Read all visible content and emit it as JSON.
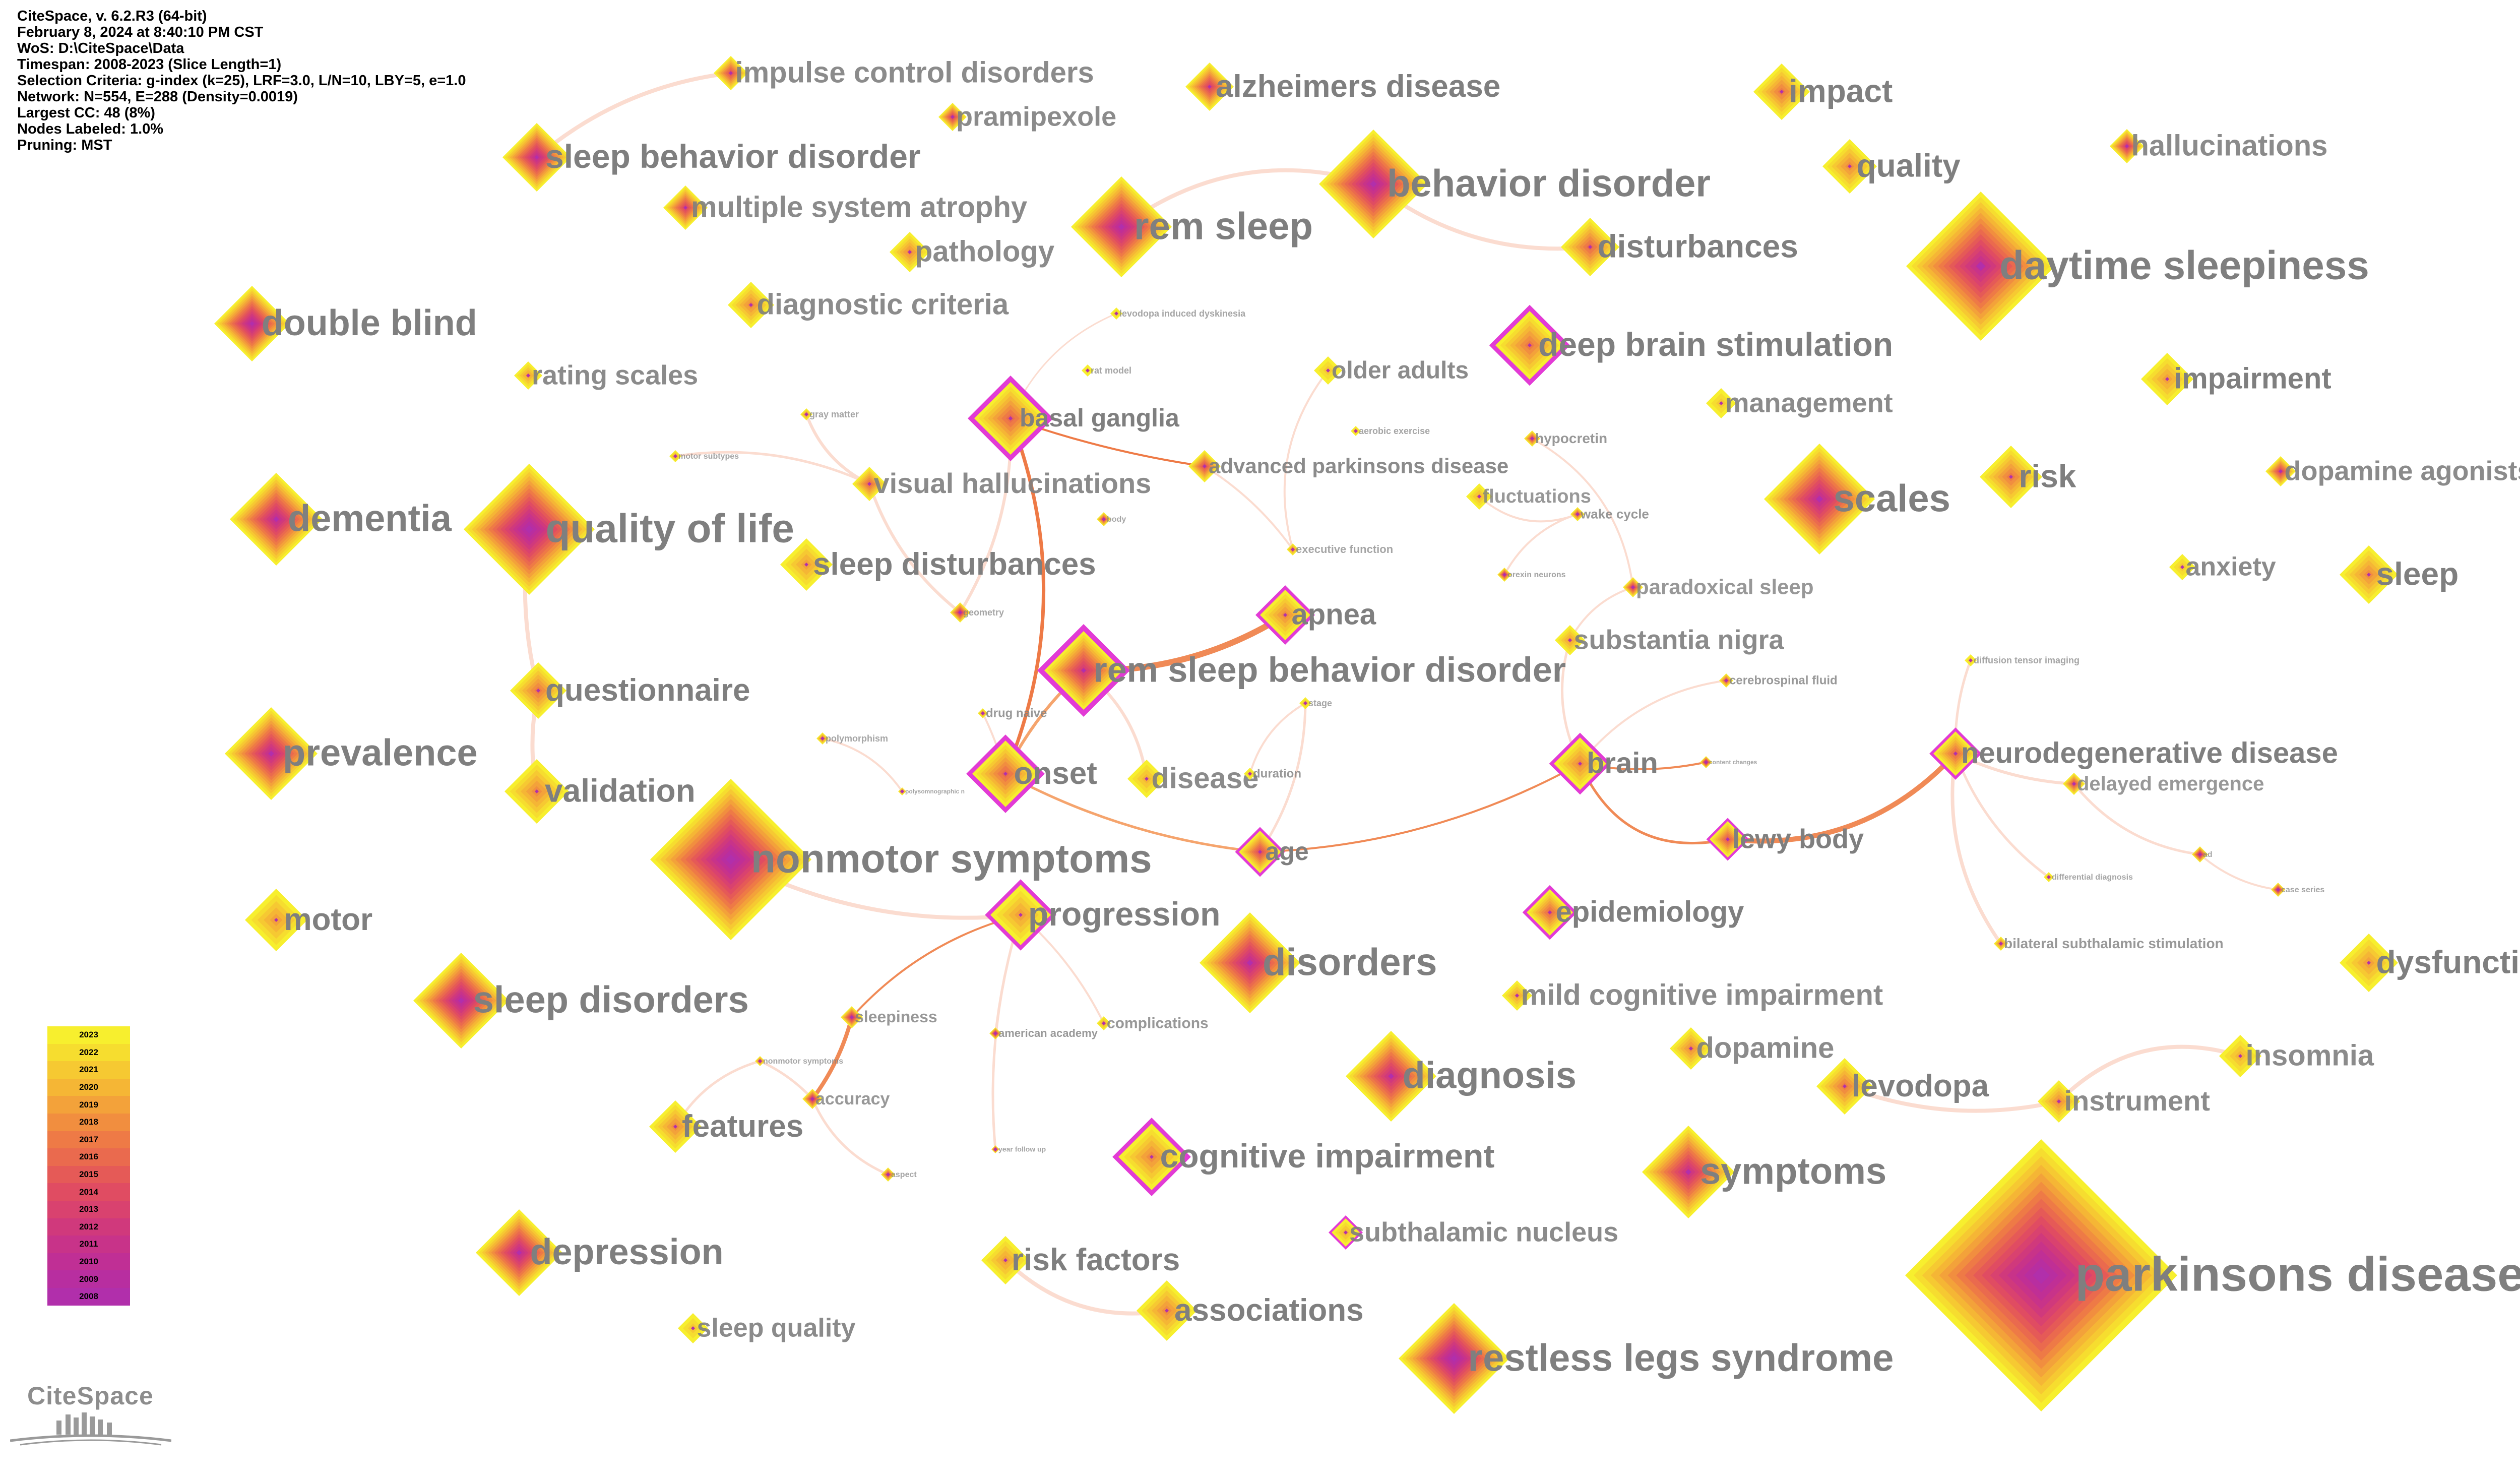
{
  "info": [
    "CiteSpace, v. 6.2.R3 (64-bit)",
    "February 8, 2024 at 8:40:10 PM CST",
    "WoS: D:\\CiteSpace\\Data",
    "Timespan: 2008-2023 (Slice Length=1)",
    "Selection Criteria: g-index (k=25), LRF=3.0, L/N=10, LBY=5, e=1.0",
    "Network: N=554, E=288 (Density=0.0019)",
    "Largest CC: 48 (8%)",
    "Nodes Labeled: 1.0%",
    "Pruning: MST"
  ],
  "logo_text": "CiteSpace",
  "legend": [
    {
      "year": "2023",
      "color": "#f7ef2e"
    },
    {
      "year": "2022",
      "color": "#f6dd2f"
    },
    {
      "year": "2021",
      "color": "#f6c932"
    },
    {
      "year": "2020",
      "color": "#f5b635"
    },
    {
      "year": "2019",
      "color": "#f3a23a"
    },
    {
      "year": "2018",
      "color": "#f18e3f"
    },
    {
      "year": "2017",
      "color": "#ee7a46"
    },
    {
      "year": "2016",
      "color": "#ea6a4e"
    },
    {
      "year": "2015",
      "color": "#e55a57"
    },
    {
      "year": "2014",
      "color": "#e04c62"
    },
    {
      "year": "2013",
      "color": "#d9426f"
    },
    {
      "year": "2012",
      "color": "#d0397c"
    },
    {
      "year": "2011",
      "color": "#c83389"
    },
    {
      "year": "2010",
      "color": "#c02f95"
    },
    {
      "year": "2009",
      "color": "#b82ea0"
    },
    {
      "year": "2008",
      "color": "#b12fab"
    }
  ],
  "nodes": [
    {
      "id": "pd",
      "label": "parkinsons disease",
      "year": 2008
    },
    {
      "id": "nms",
      "label": "nonmotor symptoms",
      "year": 2008
    },
    {
      "id": "ds",
      "label": "daytime sleepiness",
      "year": 2010
    },
    {
      "id": "qol",
      "label": "quality of life",
      "year": 2008
    },
    {
      "id": "rls",
      "label": "restless legs syndrome",
      "year": 2008
    },
    {
      "id": "bd",
      "label": "behavior disorder",
      "year": 2009
    },
    {
      "id": "rem",
      "label": "rem sleep",
      "year": 2009
    },
    {
      "id": "scales",
      "label": "scales",
      "year": 2010
    },
    {
      "id": "rsbd",
      "label": "rem sleep behavior disorder",
      "year": 2012,
      "ring": true
    },
    {
      "id": "disorders",
      "label": "disorders",
      "year": 2010
    },
    {
      "id": "sleepdis",
      "label": "sleep disorders",
      "year": 2009
    },
    {
      "id": "dementia",
      "label": "dementia",
      "year": 2010
    },
    {
      "id": "prev",
      "label": "prevalence",
      "year": 2010
    },
    {
      "id": "symptoms",
      "label": "symptoms",
      "year": 2011
    },
    {
      "id": "diagnosis",
      "label": "diagnosis",
      "year": 2011
    },
    {
      "id": "depression",
      "label": "depression",
      "year": 2010
    },
    {
      "id": "sbd",
      "label": "sleep behavior disorder",
      "year": 2010
    },
    {
      "id": "doubleblind",
      "label": "double blind",
      "year": 2009
    },
    {
      "id": "deepbrain",
      "label": "deep brain stimulation",
      "year": 2017,
      "ring": true
    },
    {
      "id": "cogimp",
      "label": "cognitive impairment",
      "year": 2018,
      "ring": true
    },
    {
      "id": "progression",
      "label": "progression",
      "year": 2019,
      "ring": true
    },
    {
      "id": "onset",
      "label": "onset",
      "year": 2016,
      "ring": true
    },
    {
      "id": "basal",
      "label": "basal ganglia",
      "year": 2016,
      "ring": true
    },
    {
      "id": "apnea",
      "label": "apnea",
      "year": 2018,
      "ring": true
    },
    {
      "id": "brain",
      "label": "brain",
      "year": 2018,
      "ring": true
    },
    {
      "id": "neurodeg",
      "label": "neurodegenerative disease",
      "year": 2016,
      "ring": true
    },
    {
      "id": "epi",
      "label": "epidemiology",
      "year": 2016,
      "ring": true
    },
    {
      "id": "age",
      "label": "age",
      "year": 2014,
      "ring": true
    },
    {
      "id": "lewy",
      "label": "lewy body",
      "year": 2015,
      "ring": true
    },
    {
      "id": "impulse",
      "label": "impulse control disorders",
      "year": 2014
    },
    {
      "id": "pramipexole",
      "label": "pramipexole",
      "year": 2013
    },
    {
      "id": "msa",
      "label": "multiple system atrophy",
      "year": 2013
    },
    {
      "id": "alz",
      "label": "alzheimers disease",
      "year": 2013
    },
    {
      "id": "impact",
      "label": "impact",
      "year": 2017
    },
    {
      "id": "quality",
      "label": "quality",
      "year": 2018
    },
    {
      "id": "halluc",
      "label": "hallucinations",
      "year": 2012
    },
    {
      "id": "pathology",
      "label": "pathology",
      "year": 2018
    },
    {
      "id": "disturb",
      "label": "disturbances",
      "year": 2016
    },
    {
      "id": "diagcrit",
      "label": "diagnostic criteria",
      "year": 2018
    },
    {
      "id": "rating",
      "label": "rating scales",
      "year": 2019
    },
    {
      "id": "older",
      "label": "older adults",
      "year": 2021
    },
    {
      "id": "impair",
      "label": "impairment",
      "year": 2019
    },
    {
      "id": "mgmt",
      "label": "management",
      "year": 2021
    },
    {
      "id": "risk",
      "label": "risk",
      "year": 2017
    },
    {
      "id": "dopago",
      "label": "dopamine agonists",
      "year": 2013
    },
    {
      "id": "visual",
      "label": "visual hallucinations",
      "year": 2016
    },
    {
      "id": "advpd",
      "label": "advanced parkinsons disease",
      "year": 2014
    },
    {
      "id": "sleepdist",
      "label": "sleep disturbances",
      "year": 2019
    },
    {
      "id": "fluct",
      "label": "fluctuations",
      "year": 2020
    },
    {
      "id": "anxiety",
      "label": "anxiety",
      "year": 2021
    },
    {
      "id": "sleep",
      "label": "sleep",
      "year": 2018
    },
    {
      "id": "paradox",
      "label": "paradoxical sleep",
      "year": 2012
    },
    {
      "id": "questionnaire",
      "label": "questionnaire",
      "year": 2017
    },
    {
      "id": "substantia",
      "label": "substantia nigra",
      "year": 2019
    },
    {
      "id": "validation",
      "label": "validation",
      "year": 2018
    },
    {
      "id": "disease",
      "label": "disease",
      "year": 2020
    },
    {
      "id": "motor",
      "label": "motor",
      "year": 2019
    },
    {
      "id": "mci",
      "label": "mild cognitive impairment",
      "year": 2019
    },
    {
      "id": "dysfunction",
      "label": "dysfunction",
      "year": 2019
    },
    {
      "id": "insomnia",
      "label": "insomnia",
      "year": 2020
    },
    {
      "id": "dopamine",
      "label": "dopamine",
      "year": 2018
    },
    {
      "id": "levodopa",
      "label": "levodopa",
      "year": 2017
    },
    {
      "id": "instrument",
      "label": "instrument",
      "year": 2018
    },
    {
      "id": "features",
      "label": "features",
      "year": 2018
    },
    {
      "id": "riskfactors",
      "label": "risk factors",
      "year": 2019
    },
    {
      "id": "assoc",
      "label": "associations",
      "year": 2018
    },
    {
      "id": "stn",
      "label": "subthalamic nucleus",
      "year": 2020,
      "ring": true
    },
    {
      "id": "sleepquality",
      "label": "sleep quality",
      "year": 2021
    },
    {
      "id": "delayed",
      "label": "delayed emergence",
      "year": 2014
    },
    {
      "id": "sleepiness",
      "label": "sleepiness",
      "year": 2011
    },
    {
      "id": "accuracy",
      "label": "accuracy",
      "year": 2011
    },
    {
      "id": "complications",
      "label": "complications",
      "year": 2019
    },
    {
      "id": "americanacad",
      "label": "american academy",
      "year": 2010
    },
    {
      "id": "yearfollow",
      "label": "year follow up",
      "year": 2010
    },
    {
      "id": "nonmotorsym",
      "label": "nonmotor symptoms",
      "year": 2015
    },
    {
      "id": "aspect",
      "label": "aspect",
      "year": 2013
    },
    {
      "id": "levodopainduced",
      "label": "levodopa induced dyskinesia",
      "year": 2021
    },
    {
      "id": "ratmodel",
      "label": "rat model",
      "year": 2022
    },
    {
      "id": "graymatter",
      "label": "gray matter",
      "year": 2018
    },
    {
      "id": "motorsub",
      "label": "motor subtypes",
      "year": 2019
    },
    {
      "id": "body",
      "label": "body",
      "year": 2013
    },
    {
      "id": "geometry",
      "label": "geometry",
      "year": 2011
    },
    {
      "id": "polymorphism",
      "label": "polymorphism",
      "year": 2016
    },
    {
      "id": "polysomno",
      "label": "polysomnographic n",
      "year": 2016
    },
    {
      "id": "drugnaive",
      "label": "drug naive",
      "year": 2017
    },
    {
      "id": "stage",
      "label": "stage",
      "year": 2020
    },
    {
      "id": "duration",
      "label": "duration",
      "year": 2021
    },
    {
      "id": "aerobic",
      "label": "aerobic exercise",
      "year": 2020
    },
    {
      "id": "hypocretin",
      "label": "hypocretin",
      "year": 2013
    },
    {
      "id": "wakecycle",
      "label": "wake cycle",
      "year": 2014
    },
    {
      "id": "orexin",
      "label": "orexin neurons",
      "year": 2011
    },
    {
      "id": "execfn",
      "label": "executive function",
      "year": 2017
    },
    {
      "id": "csf",
      "label": "cerebrospinal fluid",
      "year": 2014
    },
    {
      "id": "diffusion",
      "label": "diffusion tensor imaging",
      "year": 2021
    },
    {
      "id": "contentchanges",
      "label": "content changes",
      "year": 2009
    },
    {
      "id": "diffdiag",
      "label": "differential diagnosis",
      "year": 2020
    },
    {
      "id": "ad",
      "label": "ad",
      "year": 2010
    },
    {
      "id": "caseseries",
      "label": "case series",
      "year": 2010
    },
    {
      "id": "bilateral",
      "label": "bilateral subthalamic stimulation",
      "year": 2016
    }
  ]
}
